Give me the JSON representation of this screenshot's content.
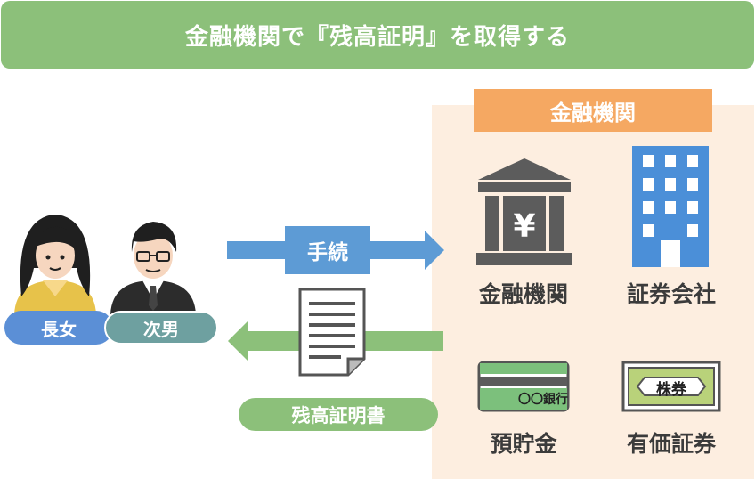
{
  "title": "金融機関で『残高証明』を取得する",
  "institution_header": "金融機関",
  "people": {
    "daughter": "長女",
    "son": "次男"
  },
  "procedure_label": "手続",
  "certificate_label": "残高証明書",
  "institutions": [
    {
      "caption": "金融機関",
      "icon": "bank-icon"
    },
    {
      "caption": "証券会社",
      "icon": "office-building-icon"
    },
    {
      "caption": "預貯金",
      "icon": "bankbook-icon",
      "icon_text": "〇〇銀行"
    },
    {
      "caption": "有価証券",
      "icon": "stock-certificate-icon",
      "icon_text": "株券"
    }
  ],
  "colors": {
    "banner": "#8cc07a",
    "panel": "#fdeee0",
    "header": "#f5a862",
    "arrow_blue": "#5d9bd5",
    "arrow_green": "#8cc07a",
    "daughter_tag": "#5b8fd6",
    "son_tag": "#6ea0a0",
    "icon_gray": "#5c5c5c",
    "building_blue": "#4b8fd8"
  }
}
